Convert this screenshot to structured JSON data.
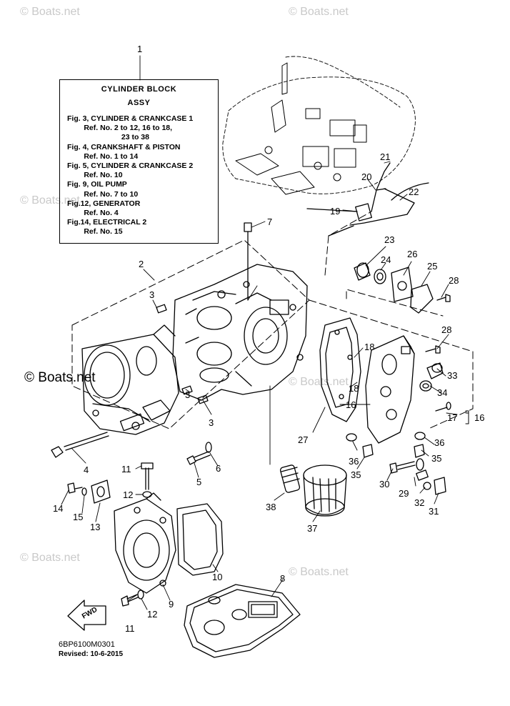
{
  "watermark": "© Boats.net",
  "info_box": {
    "title": "CYLINDER BLOCK",
    "subtitle": "ASSY",
    "lines": [
      "Fig. 3, CYLINDER & CRANKCASE 1",
      "        Ref. No. 2 to 12, 16 to 18,",
      "                          23 to 38",
      "Fig. 4, CRANKSHAFT & PISTON",
      "        Ref. No. 1 to 14",
      "Fig. 5, CYLINDER & CRANKCASE 2",
      "        Ref. No. 10",
      "Fig. 9, OIL PUMP",
      "        Ref. No. 7 to 10",
      "Fig.12, GENERATOR",
      "        Ref. No. 4",
      "Fig.14, ELECTRICAL 2",
      "        Ref. No. 15"
    ]
  },
  "callouts": [
    "1",
    "2",
    "3",
    "3",
    "3",
    "4",
    "5",
    "6",
    "7",
    "8",
    "9",
    "10",
    "11",
    "11",
    "12",
    "12",
    "13",
    "14",
    "15",
    "16",
    "16",
    "17",
    "16",
    "18",
    "18",
    "19",
    "20",
    "21",
    "22",
    "23",
    "24",
    "25",
    "26",
    "27",
    "28",
    "28",
    "29",
    "30",
    "31",
    "32",
    "33",
    "34",
    "35",
    "35",
    "36",
    "36",
    "37",
    "38"
  ],
  "fwd_label": "FWD",
  "diagram_code": "6BP6100M0301",
  "revised": "Revised: 10-6-2015"
}
